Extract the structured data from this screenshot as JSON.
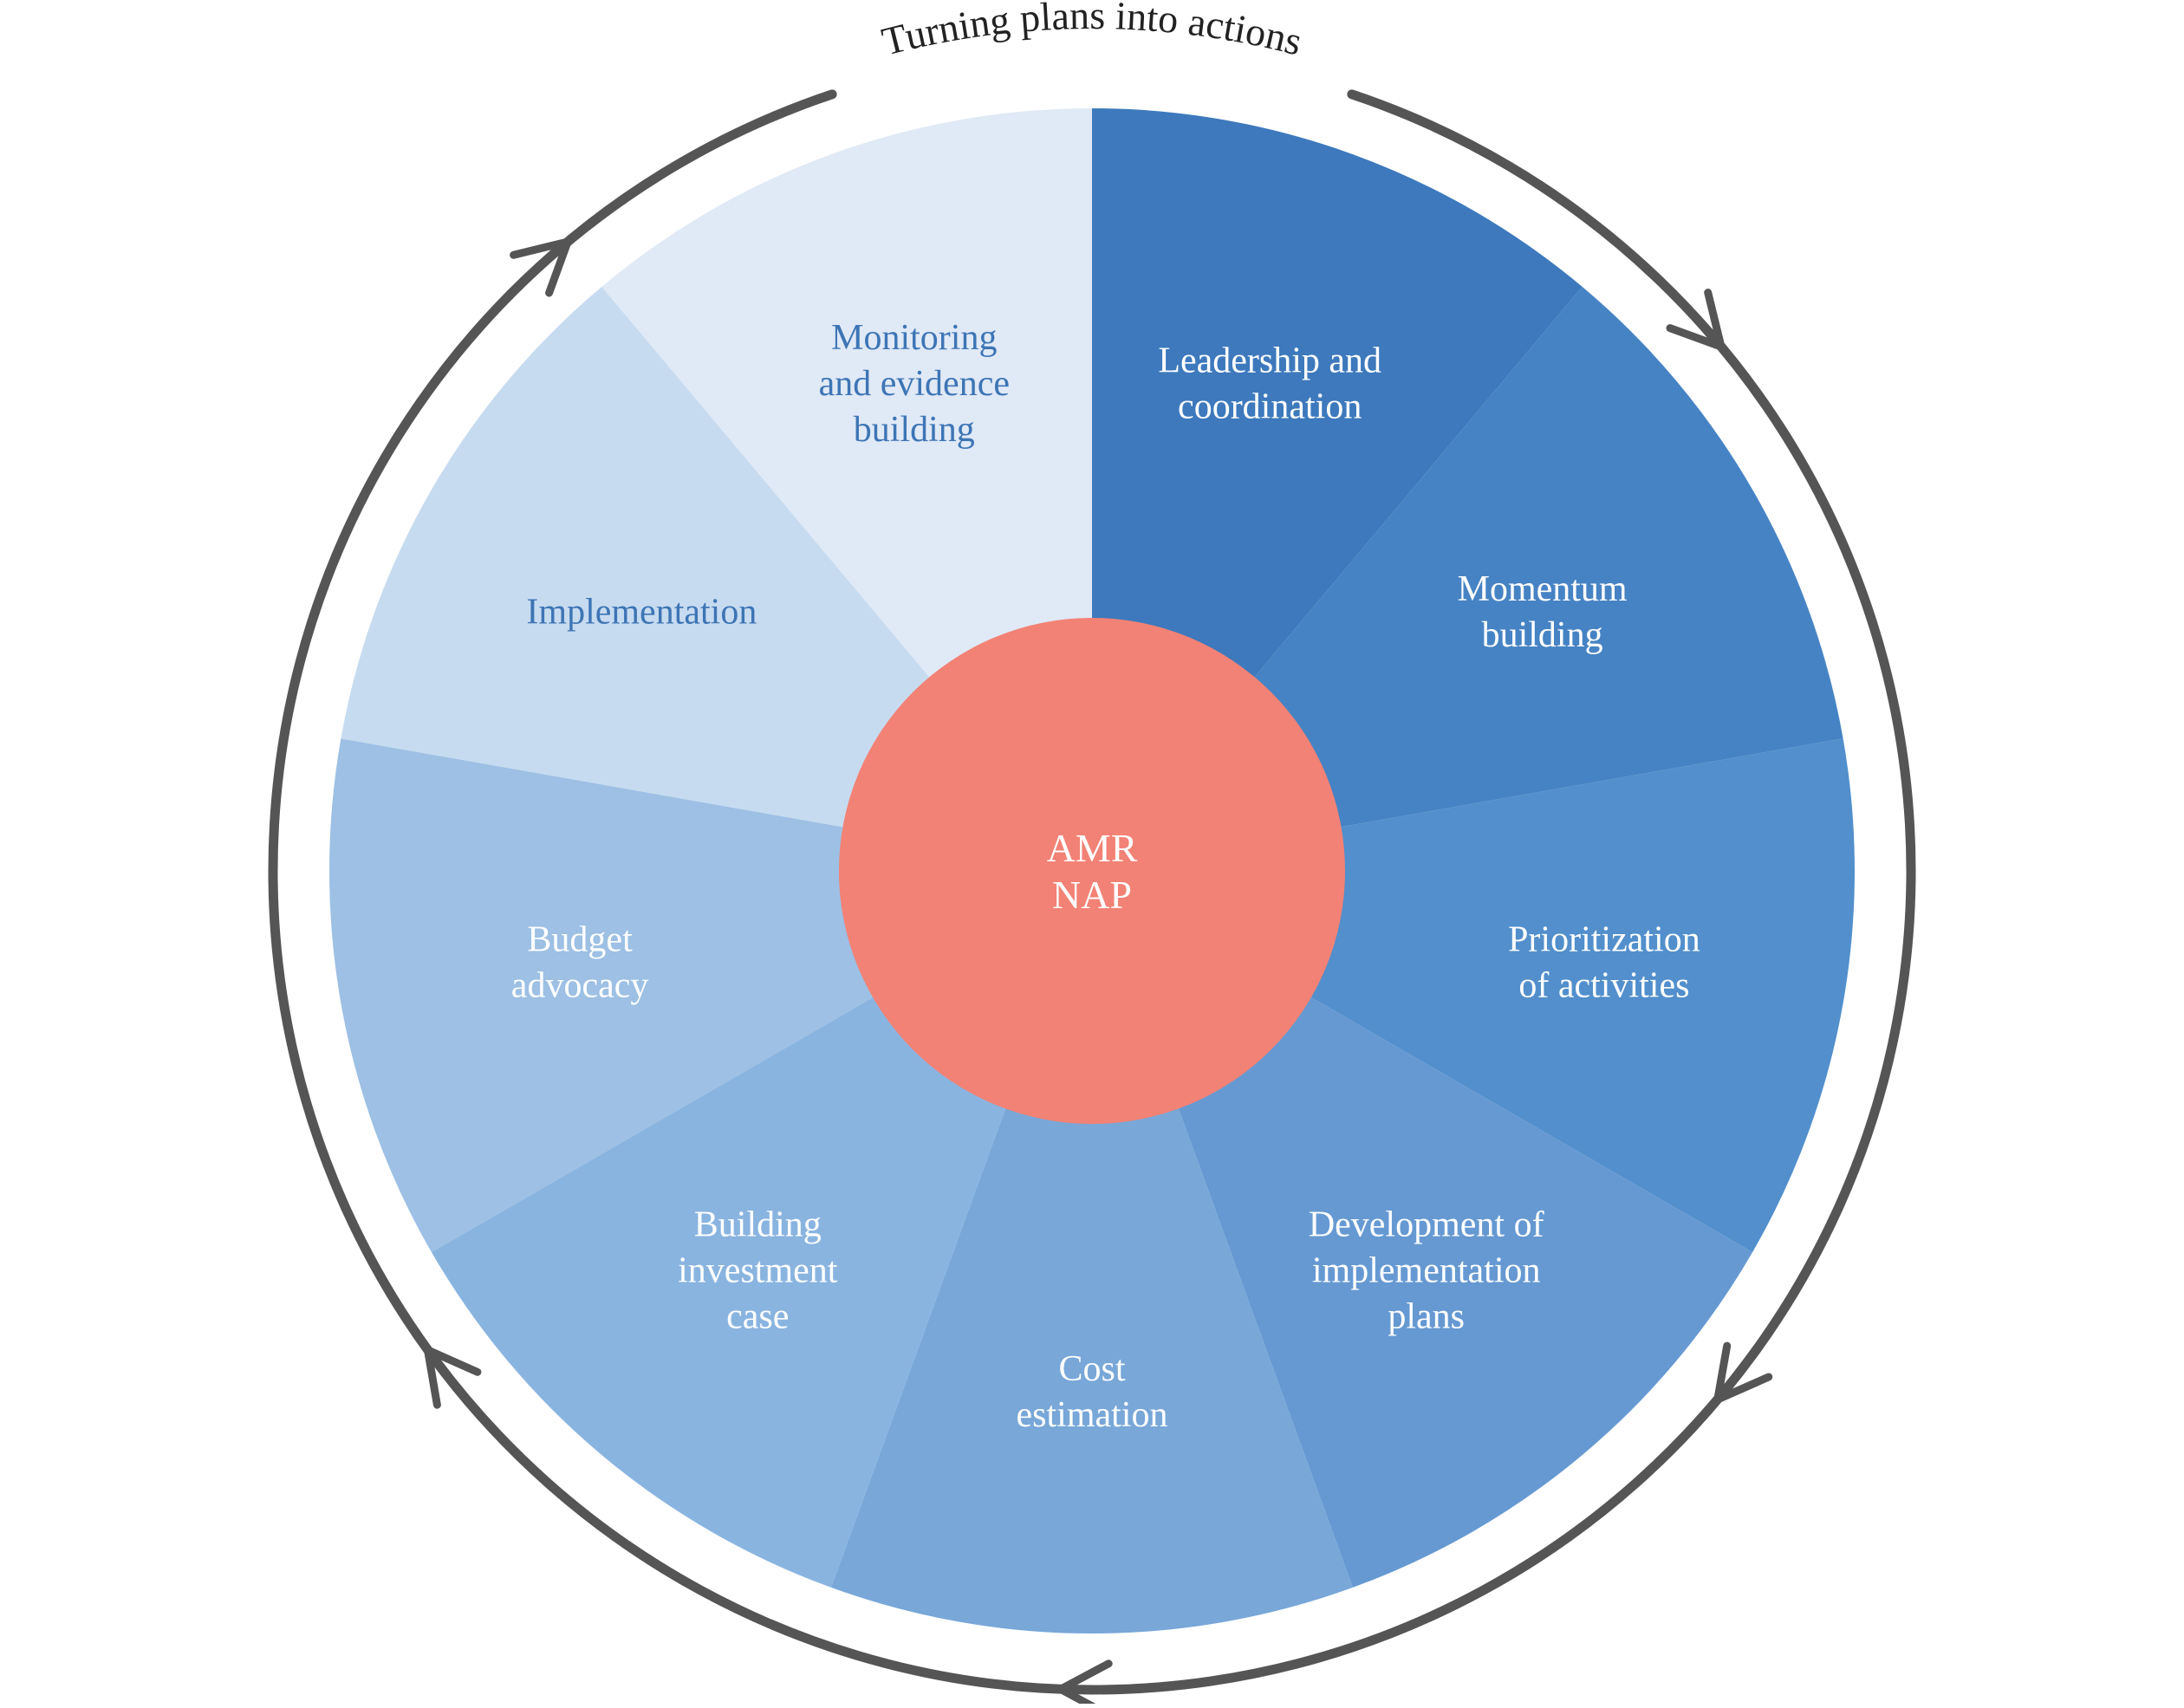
{
  "diagram": {
    "cycle_label": "Turning plans into actions",
    "center": {
      "lines": [
        "AMR",
        "NAP"
      ],
      "color": "#F28275",
      "text_color": "#FFFFFF"
    },
    "segments": [
      {
        "id": "leadership",
        "lines": [
          "Leadership and",
          "coordination"
        ],
        "color": "#3D79BC",
        "text_color": "#FFFFFF"
      },
      {
        "id": "momentum",
        "lines": [
          "Momentum",
          "building"
        ],
        "color": "#4683C4",
        "text_color": "#FFFFFF"
      },
      {
        "id": "prioritization",
        "lines": [
          "Prioritization",
          "of activities"
        ],
        "color": "#528FCC",
        "text_color": "#FFFFFF"
      },
      {
        "id": "development",
        "lines": [
          "Development of",
          "implementation",
          "plans"
        ],
        "color": "#6699D2",
        "text_color": "#FFFFFF"
      },
      {
        "id": "cost",
        "lines": [
          "Cost",
          "estimation"
        ],
        "color": "#78A7D8",
        "text_color": "#FFFFFF"
      },
      {
        "id": "investment",
        "lines": [
          "Building",
          "investment",
          "case"
        ],
        "color": "#8AB4E0",
        "text_color": "#FFFFFF"
      },
      {
        "id": "budget",
        "lines": [
          "Budget",
          "advocacy"
        ],
        "color": "#9DC0E4",
        "text_color": "#FFFFFF"
      },
      {
        "id": "implementation",
        "lines": [
          "Implementation"
        ],
        "color": "#C7DBF0",
        "text_color": "#3D75B5"
      },
      {
        "id": "monitoring",
        "lines": [
          "Monitoring",
          "and evidence",
          "building"
        ],
        "color": "#E0E9F6",
        "text_color": "#3D75B5"
      }
    ],
    "ring_color": "#555555"
  }
}
